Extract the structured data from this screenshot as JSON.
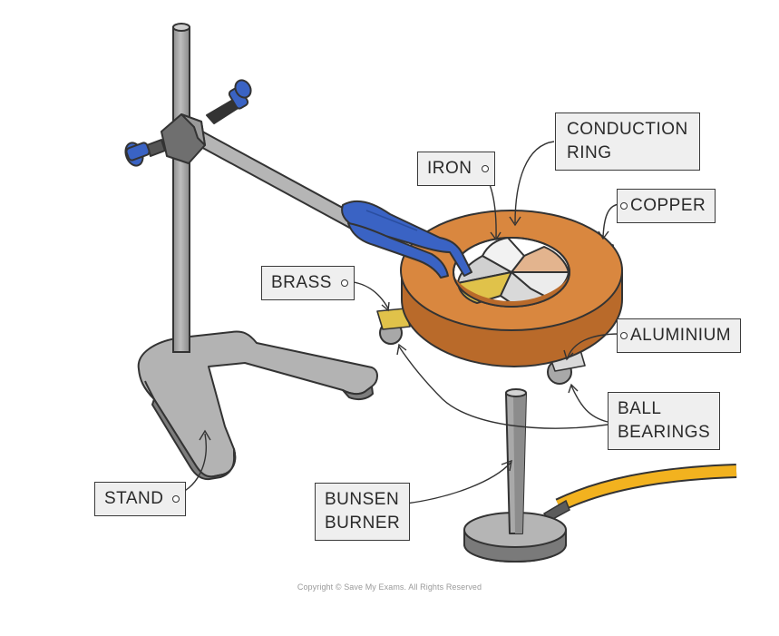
{
  "labels": {
    "iron": "IRON",
    "conduction_ring": [
      "CONDUCTION",
      "RING"
    ],
    "copper": "COPPER",
    "brass": "BRASS",
    "aluminium": "ALUMINIUM",
    "ball_bearings": [
      "BALL",
      "BEARINGS"
    ],
    "stand": "STAND",
    "bunsen_burner": [
      "BUNSEN",
      "BURNER"
    ]
  },
  "copyright": "Copyright © Save My Exams. All Rights Reserved",
  "colors": {
    "ring": "#d9873f",
    "ring_dark": "#b96a2a",
    "clamp_blue": "#3a63c4",
    "metal_grey": "#a9a9a9",
    "gas_hose": "#f2b21f",
    "label_bg": "#efefef",
    "brass": "#e0c24a",
    "copper": "#e3b48e"
  }
}
